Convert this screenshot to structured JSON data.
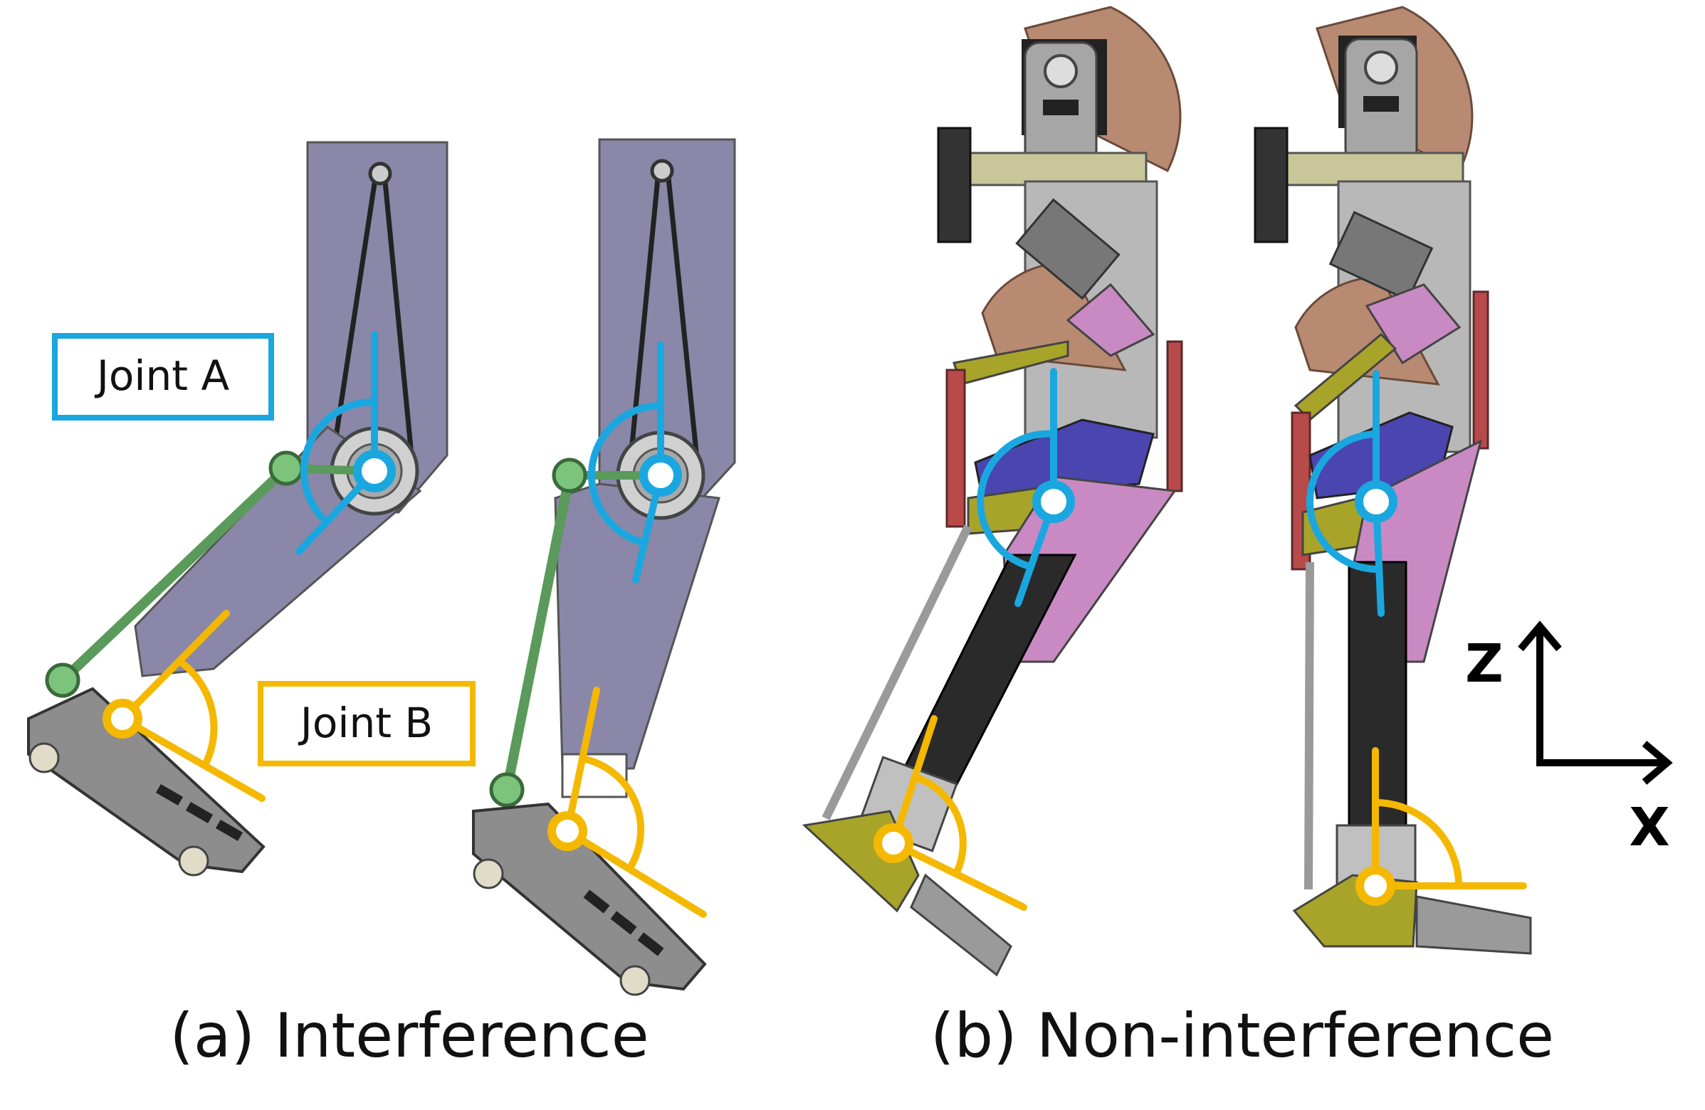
{
  "labels": {
    "joint_a": "Joint A",
    "joint_b": "Joint B"
  },
  "captions": {
    "a": "(a) Interference",
    "b": "(b) Non-interference"
  },
  "axes": {
    "z": "Z",
    "x": "X"
  },
  "colors": {
    "joint_a": "#1aa7e0",
    "joint_b": "#f5b800",
    "link_green": "#5a9a5a",
    "leg_gray": "#8a87a8",
    "strut_red": "#b94a4a",
    "bracket_olive": "#a8a42a",
    "bracket_pink": "#c98ac4",
    "shin_dark": "#2a2a2a",
    "motor_brown": "#b88a72"
  }
}
